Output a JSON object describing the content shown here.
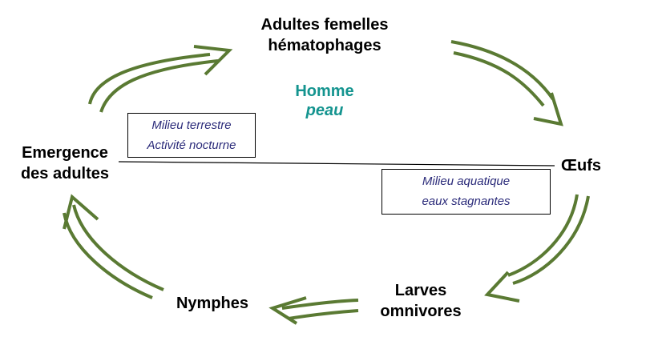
{
  "colors": {
    "arrow": "#5a7a33",
    "host": "#14948f",
    "env_text": "#2b2b7a",
    "divider": "#000000"
  },
  "stages": {
    "adults": [
      "Adultes femelles",
      "hématophages"
    ],
    "eggs": [
      "Œufs"
    ],
    "larvae": [
      "Larves",
      "omnivores"
    ],
    "nymphs": [
      "Nymphes"
    ],
    "emergence": [
      "Emergence",
      "des adultes"
    ]
  },
  "host": {
    "line1": "Homme",
    "line2": "peau"
  },
  "environments": {
    "terrestrial": [
      "Milieu terrestre",
      "Activité nocturne"
    ],
    "aquatic": [
      "Milieu aquatique",
      "eaux stagnantes"
    ]
  }
}
